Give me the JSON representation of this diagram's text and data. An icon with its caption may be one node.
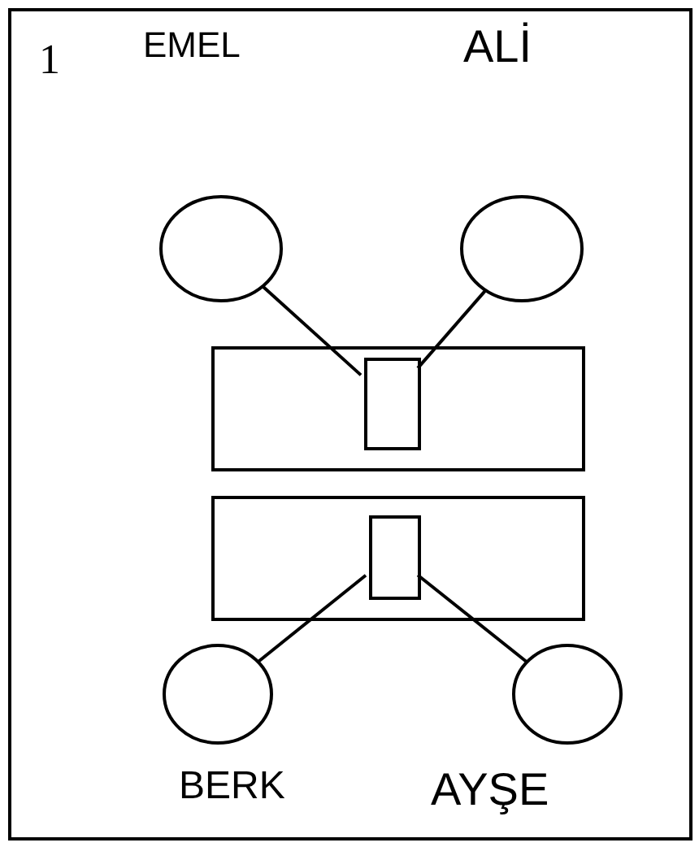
{
  "diagram": {
    "nodes": [
      {
        "text": [
          "EMEL"
        ]
      },
      {
        "text": [
          "ALİ"
        ]
      },
      {
        "text": [],
        "shape": "box"
      },
      {
        "text": [],
        "shape": "box",
        "in": 2
      },
      {
        "text": [],
        "shape": "box"
      },
      {
        "text": [],
        "shape": "box",
        "in": 4
      },
      {
        "text": [
          "BERK"
        ]
      },
      {
        "text": [
          "AYŞE"
        ]
      }
    ],
    "edges": [
      {
        "from": 0,
        "to": 3,
        "arrow": "none"
      },
      {
        "from": 1,
        "to": 3,
        "arrow": "none"
      },
      {
        "from": 5,
        "to": 6,
        "arrow": "none"
      },
      {
        "from": 5,
        "to": 7,
        "arrow": "none"
      }
    ],
    "labels": [
      "1"
    ]
  }
}
